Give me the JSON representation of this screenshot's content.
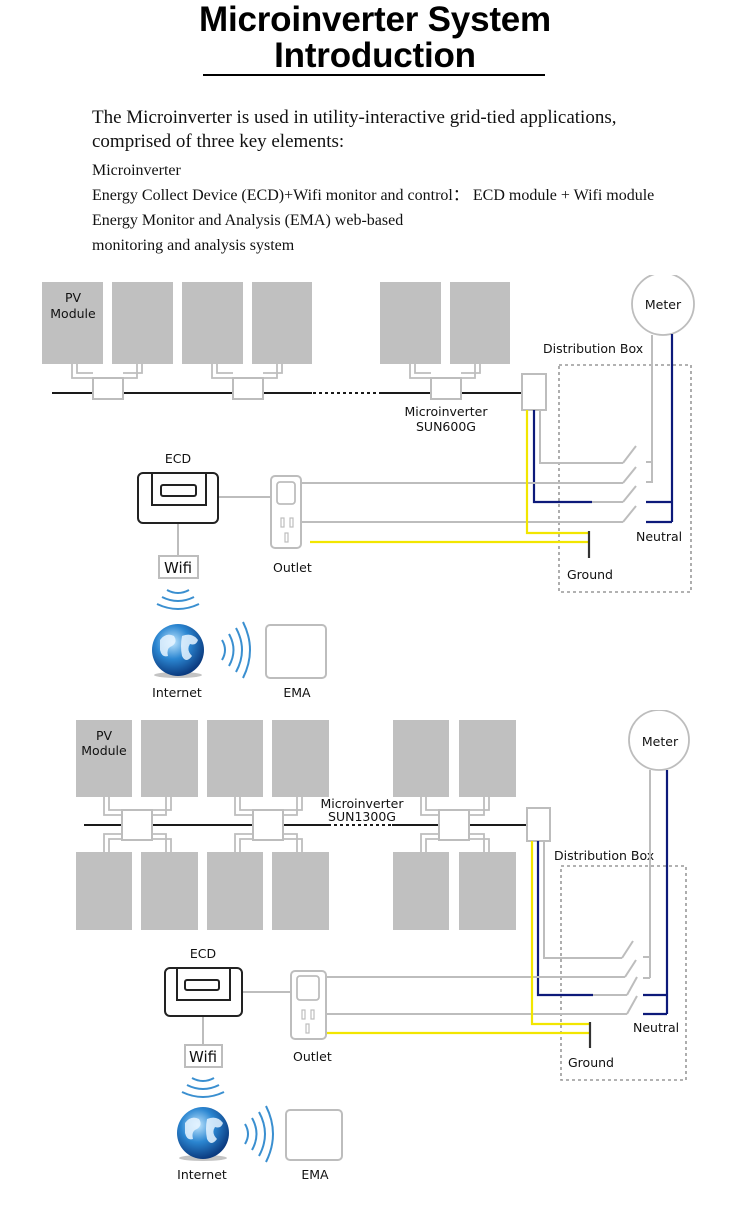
{
  "header": {
    "title_line1": "Microinverter System",
    "title_line2": "Introduction"
  },
  "intro": {
    "lead_line1": "The Microinverter is used in utility-interactive grid-tied applications,",
    "lead_line2": "comprised of three key elements:",
    "items": [
      "Microinverter",
      "Energy Collect Device (ECD)+Wifi monitor and control：  ECD  module + Wifi  module",
      "Energy Monitor and Analysis (EMA) web-based",
      "monitoring and analysis system"
    ]
  },
  "colors": {
    "panel": "#c0c0c0",
    "wire_gray": "#bdbdbd",
    "neutral_blue": "#0d1a7a",
    "ground_yellow": "#f2e600",
    "bus_black": "#1a1a1a",
    "wifi_blue": "#3a8fd0"
  },
  "diagram1": {
    "pv_label_line1": "PV",
    "pv_label_line2": "Module",
    "meter": "Meter",
    "distribution_box": "Distribution Box",
    "microinverter_line1": "Microinverter",
    "microinverter_line2": "SUN600G",
    "ecd": "ECD",
    "wifi": "Wifi",
    "outlet": "Outlet",
    "neutral": "Neutral",
    "ground": "Ground",
    "internet": "Internet",
    "ema": "EMA"
  },
  "diagram2": {
    "pv_label_line1": "PV",
    "pv_label_line2": "Module",
    "meter": "Meter",
    "distribution_box": "Distribution Box",
    "microinverter_line1": "Microinverter",
    "microinverter_line2": "SUN1300G",
    "ecd": "ECD",
    "wifi": "Wifi",
    "outlet": "Outlet",
    "neutral": "Neutral",
    "ground": "Ground",
    "internet": "Internet",
    "ema": "EMA"
  }
}
